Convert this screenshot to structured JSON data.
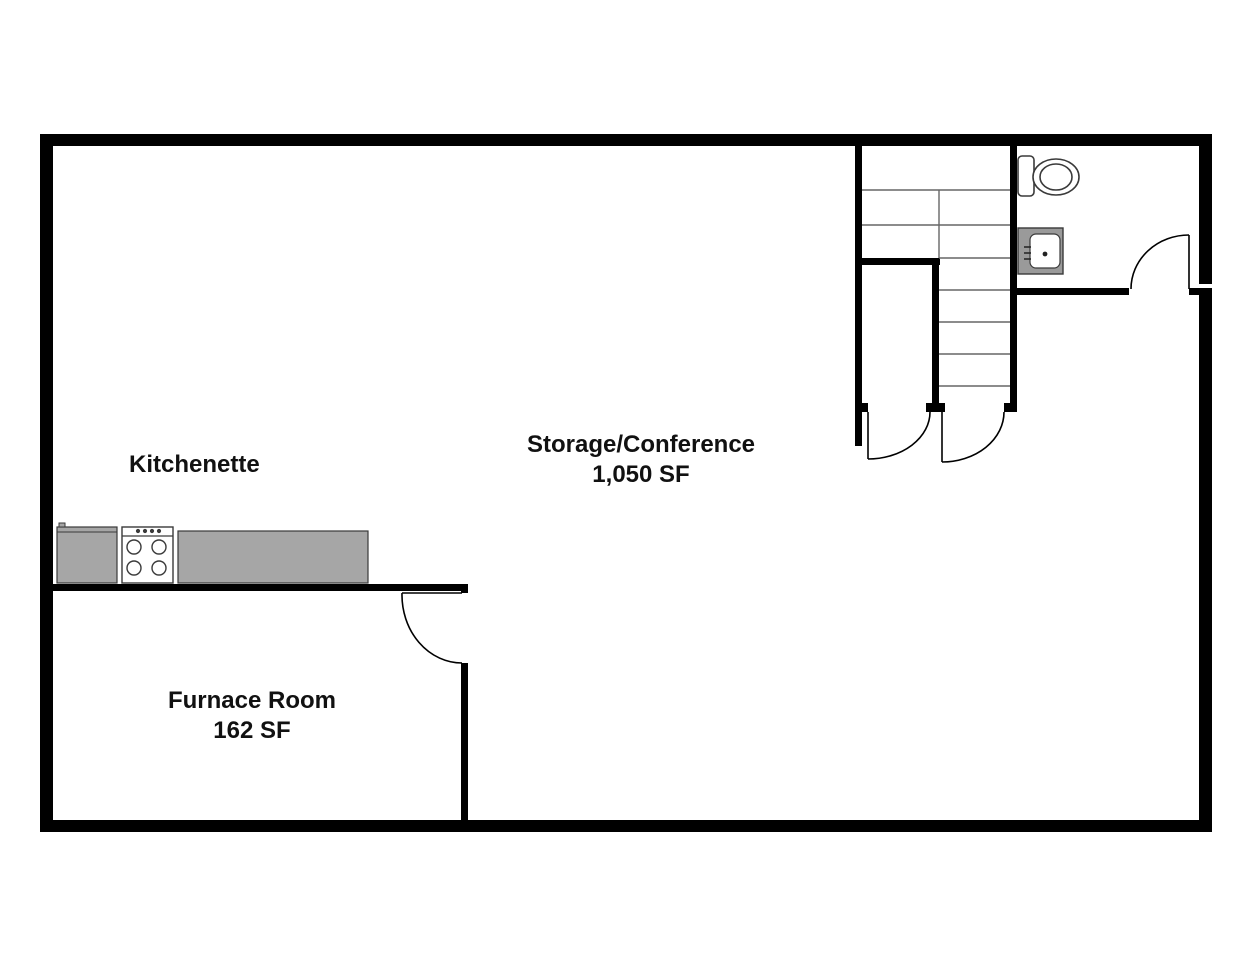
{
  "rooms": {
    "kitchenette": {
      "name": "Kitchenette"
    },
    "storage": {
      "name": "Storage/Conference",
      "area": "1,050 SF"
    },
    "furnace": {
      "name": "Furnace Room",
      "area": "162 SF"
    }
  },
  "colors": {
    "wall": "#000000",
    "fixture_fill": "#a6a6a6",
    "fixture_stroke": "#3a3a3a",
    "line": "#555555",
    "background": "#ffffff"
  },
  "icons": [
    "toilet-icon",
    "sink-icon",
    "stove-icon",
    "refrigerator-icon",
    "counter-icon",
    "stairs-icon",
    "door-swing-icon"
  ]
}
